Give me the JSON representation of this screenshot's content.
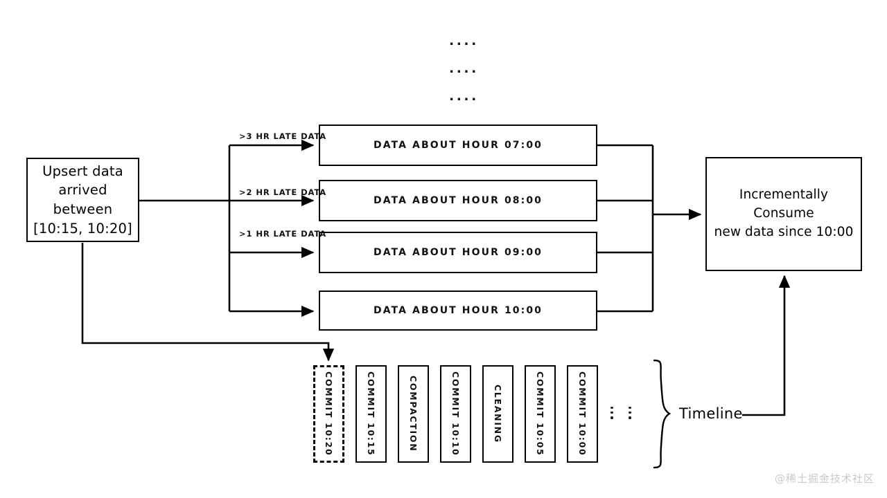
{
  "diagram": {
    "source_box": {
      "line1": "Upsert data",
      "line2": "arrived between",
      "line3": "[10:15, 10:20]"
    },
    "edge_labels": [
      ">3 HR LATE DATA",
      ">2 HR LATE DATA",
      ">1 HR LATE DATA"
    ],
    "hour_boxes": [
      {
        "label": "DATA ABOUT HOUR 07:00"
      },
      {
        "label": "DATA ABOUT HOUR 08:00"
      },
      {
        "label": "DATA ABOUT HOUR 09:00"
      },
      {
        "label": "DATA ABOUT HOUR 10:00"
      }
    ],
    "ellipsis_rows": [
      "....",
      "....",
      "...."
    ],
    "consume_box": {
      "line1": "Incrementally Consume",
      "line2": "new data since 10:00"
    },
    "timeline": {
      "label": "Timeline",
      "items": [
        {
          "label": "COMMIT 10:20",
          "style": "dashed"
        },
        {
          "label": "COMMIT 10:15",
          "style": "solid"
        },
        {
          "label": "COMPACTION",
          "style": "solid"
        },
        {
          "label": "COMMIT 10:10",
          "style": "solid"
        },
        {
          "label": "CLEANING",
          "style": "solid"
        },
        {
          "label": "COMMIT 10:05",
          "style": "solid"
        },
        {
          "label": "COMMIT 10:00",
          "style": "solid"
        }
      ]
    },
    "watermark": "@稀土掘金技术社区",
    "colors": {
      "stroke": "#000000",
      "background": "#ffffff",
      "watermark": "#c9c9c9"
    }
  }
}
